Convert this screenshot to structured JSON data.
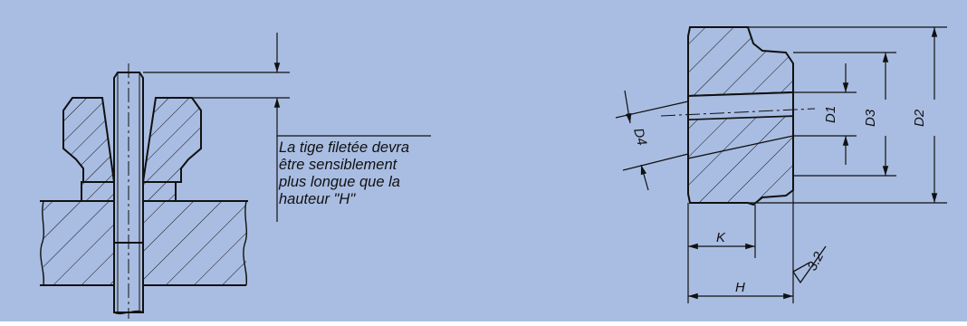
{
  "colors": {
    "background": "#a9bde2",
    "line": "#111111"
  },
  "note": {
    "lines": [
      "La tige filetée devra",
      "être sensiblement",
      "plus longue que la",
      "hauteur \"H\""
    ]
  },
  "dimensions": {
    "d1": "D1",
    "d2": "D2",
    "d3": "D3",
    "d4": "D4",
    "h": "H",
    "k": "K",
    "roughness": "3.2"
  }
}
